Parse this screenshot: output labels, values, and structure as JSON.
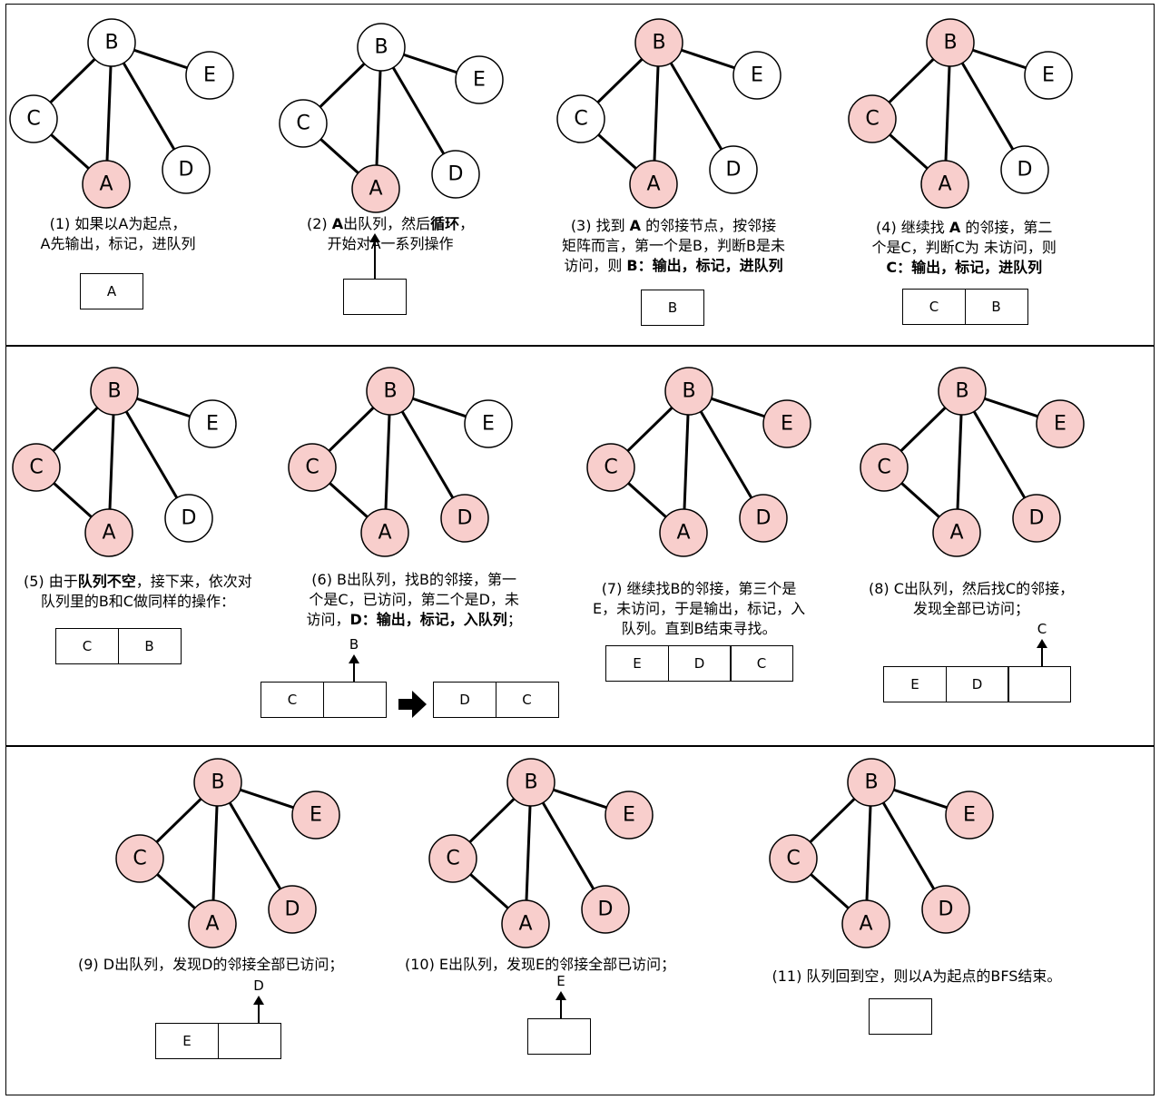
{
  "colors": {
    "visited_fill": "#f8cecc",
    "unvisited_fill": "#ffffff",
    "stroke": "#000000"
  },
  "steps": [
    {
      "id": 1,
      "caption_lines": [
        [
          {
            "t": "(1) 如果以A为起点，"
          }
        ],
        [
          {
            "t": "A先输出，标记，进队列"
          }
        ]
      ],
      "visited": [
        "A"
      ],
      "queues": [
        [
          "A"
        ]
      ]
    },
    {
      "id": 2,
      "caption_lines": [
        [
          {
            "t": "(2) "
          },
          {
            "t": "A",
            "b": true
          },
          {
            "t": "出队列，然后"
          },
          {
            "t": "循环",
            "b": true
          },
          {
            "t": "，"
          }
        ],
        [
          {
            "t": "开始对A一系列操作"
          }
        ]
      ],
      "visited": [
        "A"
      ],
      "queues": [
        [
          ""
        ]
      ],
      "dequeued": ""
    },
    {
      "id": 3,
      "caption_lines": [
        [
          {
            "t": "(3) 找到 "
          },
          {
            "t": "A",
            "b": true
          },
          {
            "t": " 的邻接节点，按邻接"
          }
        ],
        [
          {
            "t": "矩阵而言，第一个是B，判断B是未"
          }
        ],
        [
          {
            "t": "访问，则 "
          },
          {
            "t": "B：输出，标记，进队列",
            "b": true
          }
        ]
      ],
      "visited": [
        "A",
        "B"
      ],
      "queues": [
        [
          "B"
        ]
      ]
    },
    {
      "id": 4,
      "caption_lines": [
        [
          {
            "t": "(4) 继续找 "
          },
          {
            "t": "A",
            "b": true
          },
          {
            "t": " 的邻接，第二"
          }
        ],
        [
          {
            "t": "个是C，判断C为 未访问，则"
          }
        ],
        [
          {
            "t": "C：输出，标记，进队列",
            "b": true
          }
        ]
      ],
      "visited": [
        "A",
        "B",
        "C"
      ],
      "queues": [
        [
          "C",
          "B"
        ]
      ]
    },
    {
      "id": 5,
      "caption_lines": [
        [
          {
            "t": "(5) 由于"
          },
          {
            "t": "队列不空",
            "b": true
          },
          {
            "t": "，接下来，依次对"
          }
        ],
        [
          {
            "t": "队列里的B和C做同样的操作："
          }
        ]
      ],
      "visited": [
        "A",
        "B",
        "C"
      ],
      "queues": [
        [
          "C",
          "B"
        ]
      ]
    },
    {
      "id": 6,
      "caption_lines": [
        [
          {
            "t": "(6) B出队列，找B的邻接，第一"
          }
        ],
        [
          {
            "t": "个是C，已访问，第二个是D，未"
          }
        ],
        [
          {
            "t": "访问，"
          },
          {
            "t": "D：输出，标记，入队列",
            "b": true
          },
          {
            "t": "；"
          }
        ]
      ],
      "visited": [
        "A",
        "B",
        "C",
        "D"
      ],
      "queues": [
        [
          "C",
          ""
        ],
        [
          "D",
          "C"
        ]
      ],
      "dequeued": "B"
    },
    {
      "id": 7,
      "caption_lines": [
        [
          {
            "t": "(7) 继续找B的邻接，第三个是"
          }
        ],
        [
          {
            "t": "E，未访问，于是输出，标记，入"
          }
        ],
        [
          {
            "t": "队列。直到B结束寻找。"
          }
        ]
      ],
      "visited": [
        "A",
        "B",
        "C",
        "D",
        "E"
      ],
      "queues": [
        [
          "E",
          "D",
          "C"
        ]
      ]
    },
    {
      "id": 8,
      "caption_lines": [
        [
          {
            "t": "(8) C出队列，然后找C的邻接，"
          }
        ],
        [
          {
            "t": "发现全部已访问；"
          }
        ]
      ],
      "visited": [
        "A",
        "B",
        "C",
        "D",
        "E"
      ],
      "queues": [
        [
          "E",
          "D",
          ""
        ]
      ],
      "dequeued": "C"
    },
    {
      "id": 9,
      "caption_lines": [
        [
          {
            "t": "(9) D出队列，发现D的邻接全部已访问；"
          }
        ]
      ],
      "visited": [
        "A",
        "B",
        "C",
        "D",
        "E"
      ],
      "queues": [
        [
          "E",
          ""
        ]
      ],
      "dequeued": "D"
    },
    {
      "id": 10,
      "caption_lines": [
        [
          {
            "t": "(10) E出队列，发现E的邻接全部已访问；"
          }
        ]
      ],
      "visited": [
        "A",
        "B",
        "C",
        "D",
        "E"
      ],
      "queues": [
        [
          ""
        ]
      ],
      "dequeued": "E"
    },
    {
      "id": 11,
      "caption_lines": [
        [
          {
            "t": "(11) 队列回到空，则以A为起点的BFS结束。"
          }
        ]
      ],
      "visited": [
        "A",
        "B",
        "C",
        "D",
        "E"
      ],
      "queues": [
        [
          ""
        ]
      ]
    }
  ]
}
